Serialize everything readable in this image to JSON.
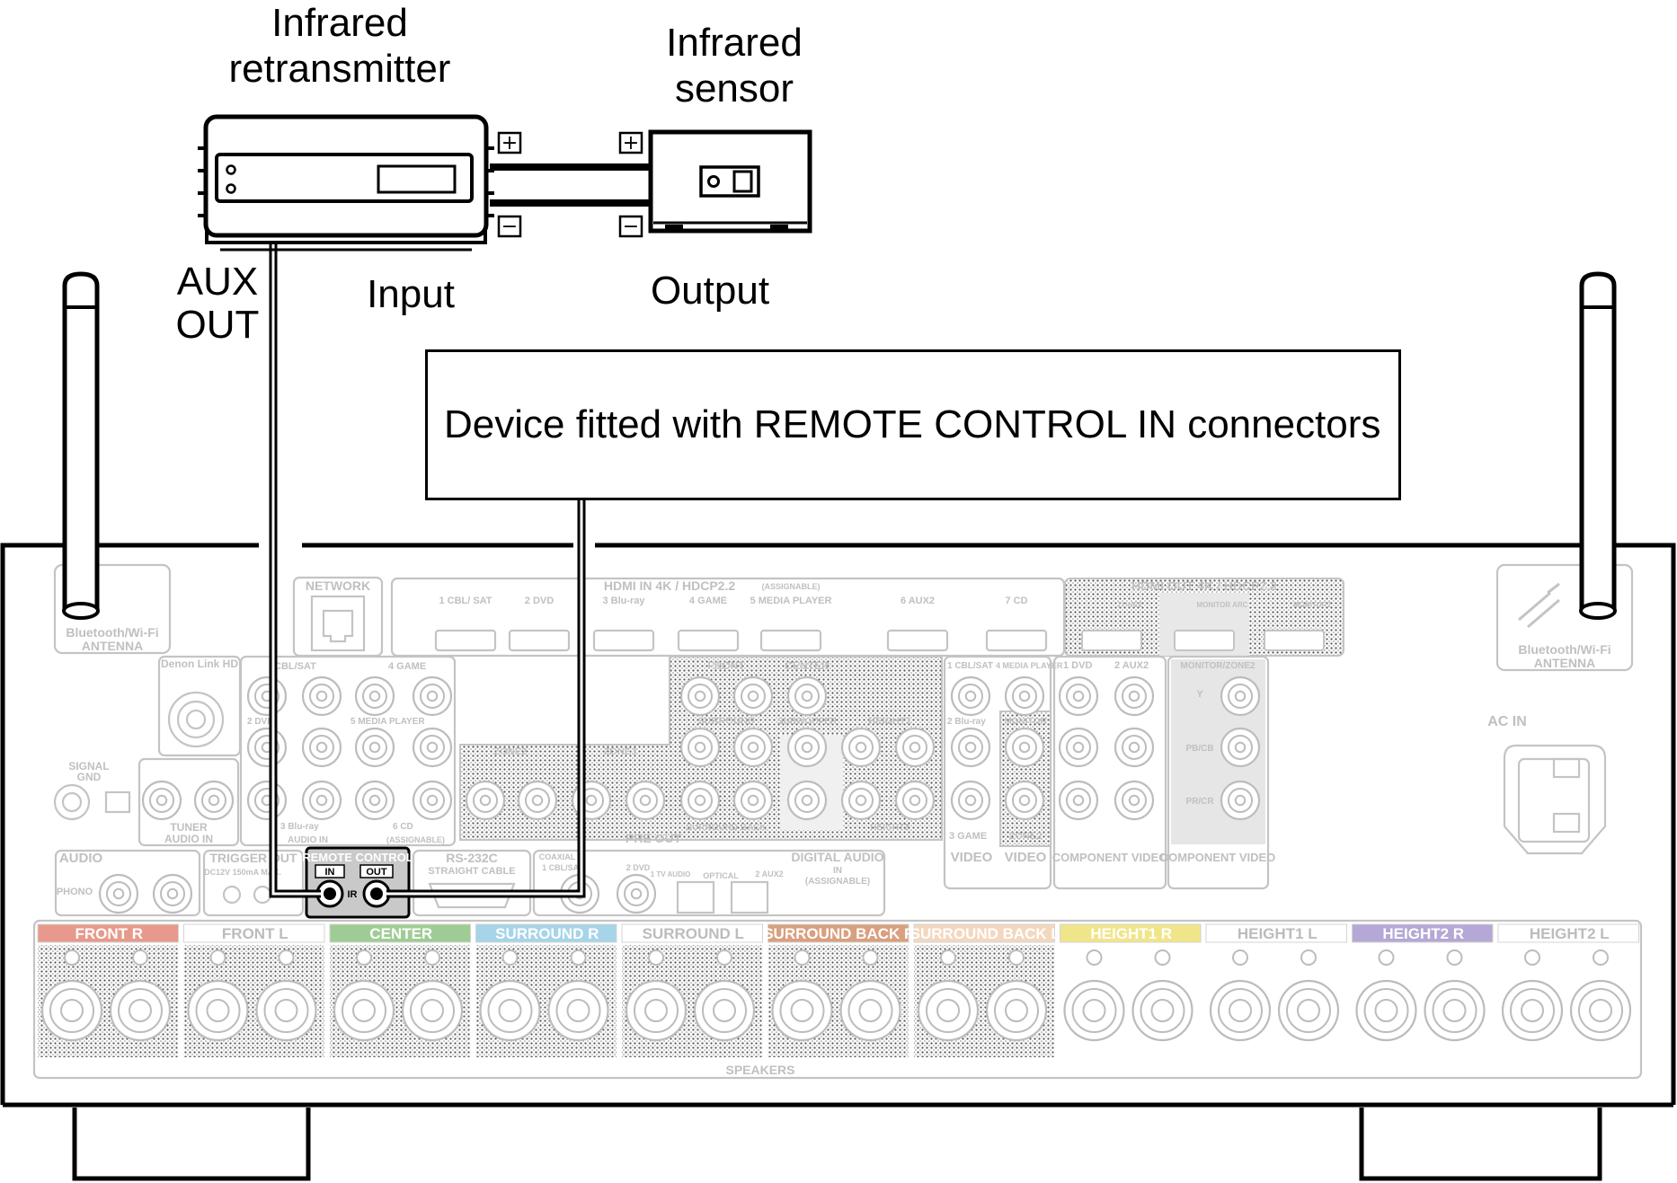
{
  "labels": {
    "retransmitter": [
      "Infrared",
      "retransmitter"
    ],
    "sensor": [
      "Infrared",
      "sensor"
    ],
    "aux_out": [
      "AUX",
      "OUT"
    ],
    "input": "Input",
    "output": "Output",
    "callout": "Device fitted with REMOTE CONTROL IN connectors",
    "plus": "+",
    "minus": "−"
  },
  "receiver": {
    "antenna_left": [
      "Bluetooth/Wi-Fi",
      "ANTENNA"
    ],
    "antenna_right": [
      "Bluetooth/Wi-Fi",
      "ANTENNA"
    ],
    "network": "NETWORK",
    "hdmi_in_title": "HDMI  IN  4K / HDCP2.2",
    "hdmi_in_assignable": "(ASSIGNABLE)",
    "hdmi_in_ports": [
      "1 CBL/ SAT",
      "2 DVD",
      "3 Blu-ray",
      "4 GAME",
      "5 MEDIA PLAYER",
      "6 AUX2",
      "7 CD"
    ],
    "hdmi_out_title": "HDMI  OUT  4K / HDCP2.2",
    "hdmi_out_ports": [
      "ZONE2",
      "MONITOR ARC",
      "MONITOR2"
    ],
    "denon_link": "Denon Link HD",
    "signal_gnd": [
      "SIGNAL",
      "GND"
    ],
    "tuner": "TUNER",
    "audio_in": "AUDIO  IN",
    "analog_inputs": [
      "CBL/SAT",
      "4 GAME",
      "2 DVD",
      "5 MEDIA PLAYER",
      "3 Blu-ray",
      "6 CD"
    ],
    "assignable": "(ASSIGNABLE)",
    "pre_out": "PRE OUT",
    "pre_out_groups": [
      "FRONT",
      "CENTER",
      "SURROUND",
      "SUBWOOFER",
      "HEIGHT1",
      "SURROUND BACK",
      "HEIGHT2",
      "ZONE2",
      "ZONE3"
    ],
    "video_inputs": [
      "1 CBL/SAT",
      "4 MEDIA PLAYER",
      "2 Blu-ray",
      "MONITOR",
      "3 GAME",
      "ZONE2"
    ],
    "component_in": [
      "1 DVD",
      "2 AUX2"
    ],
    "component_out": [
      "MONITOR/ZONE2",
      "Y",
      "PB/CB",
      "PR/CR"
    ],
    "video_in_label": "VIDEO",
    "video_out_label": "VIDEO",
    "component_video_in": "COMPONENT VIDEO",
    "component_video_out": "COMPONENT VIDEO",
    "ac_in": "AC IN",
    "audio_phono": "AUDIO",
    "phono": "PHONO",
    "trigger_out": "TRIGGER OUT",
    "trigger_spec": "DC12V 150mA MAX.",
    "remote_control": "REMOTE CONTROL",
    "rc_in": "IN",
    "rc_out": "OUT",
    "ir": "IR",
    "rs232c": "RS-232C",
    "straight_cable": "STRAIGHT CABLE",
    "digital_audio": "DIGITAL AUDIO",
    "digital_audio_in": "IN",
    "coaxial": "COAXIAL",
    "digital_ports": [
      "1 CBL/SAT",
      "2 DVD",
      "1 TV AUDIO",
      "OPTICAL",
      "2 AUX2"
    ],
    "speakers": "SPEAKERS",
    "speaker_channels": [
      {
        "label": "FRONT R",
        "color": "#e79a8c"
      },
      {
        "label": "FRONT L",
        "color": "#ffffff"
      },
      {
        "label": "CENTER",
        "color": "#9fcc95"
      },
      {
        "label": "SURROUND R",
        "color": "#a6d4e8"
      },
      {
        "label": "SURROUND L",
        "color": "#ffffff"
      },
      {
        "label": "SURROUND BACK R",
        "color": "#d9a07f"
      },
      {
        "label": "SURROUND BACK L",
        "color": "#f3d7bf"
      },
      {
        "label": "HEIGHT1 R",
        "color": "#f1e58a"
      },
      {
        "label": "HEIGHT1 L",
        "color": "#ffffff"
      },
      {
        "label": "HEIGHT2 R",
        "color": "#b5a8d6"
      },
      {
        "label": "HEIGHT2 L",
        "color": "#ffffff"
      }
    ]
  }
}
